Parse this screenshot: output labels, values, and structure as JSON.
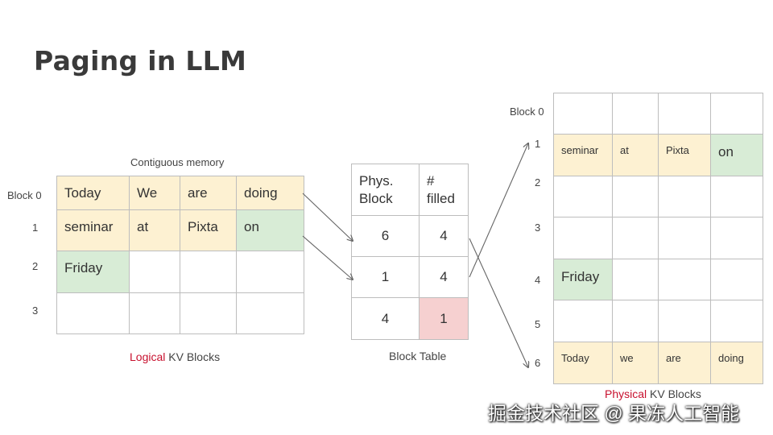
{
  "title": "Paging in LLM",
  "logical": {
    "heading": "Contiguous memory",
    "row_labels": [
      "Block 0",
      "1",
      "2",
      "3"
    ],
    "rows": [
      [
        "Today",
        "We",
        "are",
        "doing"
      ],
      [
        "seminar",
        "at",
        "Pixta",
        "on"
      ],
      [
        "Friday",
        "",
        "",
        ""
      ],
      [
        "",
        "",
        "",
        ""
      ]
    ],
    "caption_red": "Logical",
    "caption_rest": " KV Blocks"
  },
  "block_table": {
    "headers": [
      "Phys. Block",
      "# filled"
    ],
    "rows": [
      [
        "6",
        "4"
      ],
      [
        "1",
        "4"
      ],
      [
        "4",
        "1"
      ]
    ],
    "caption": "Block Table"
  },
  "physical": {
    "row_labels": [
      "Block 0",
      "1",
      "2",
      "3",
      "4",
      "5",
      "6"
    ],
    "rows": [
      [
        "",
        "",
        "",
        ""
      ],
      [
        "seminar",
        "at",
        "Pixta",
        "on"
      ],
      [
        "",
        "",
        "",
        ""
      ],
      [
        "",
        "",
        "",
        ""
      ],
      [
        "Friday",
        "",
        "",
        ""
      ],
      [
        "",
        "",
        "",
        ""
      ],
      [
        "Today",
        "we",
        "are",
        "doing"
      ]
    ],
    "caption_red": "Physical",
    "caption_rest": "  KV Blocks"
  },
  "colors": {
    "accent_red": "#c8102e",
    "token_yellow": "#fdf1d2",
    "token_green": "#d8ecd6",
    "partial_pink": "#f6d0d0"
  },
  "watermark": "掘金技术社区 @ 果冻人工智能"
}
